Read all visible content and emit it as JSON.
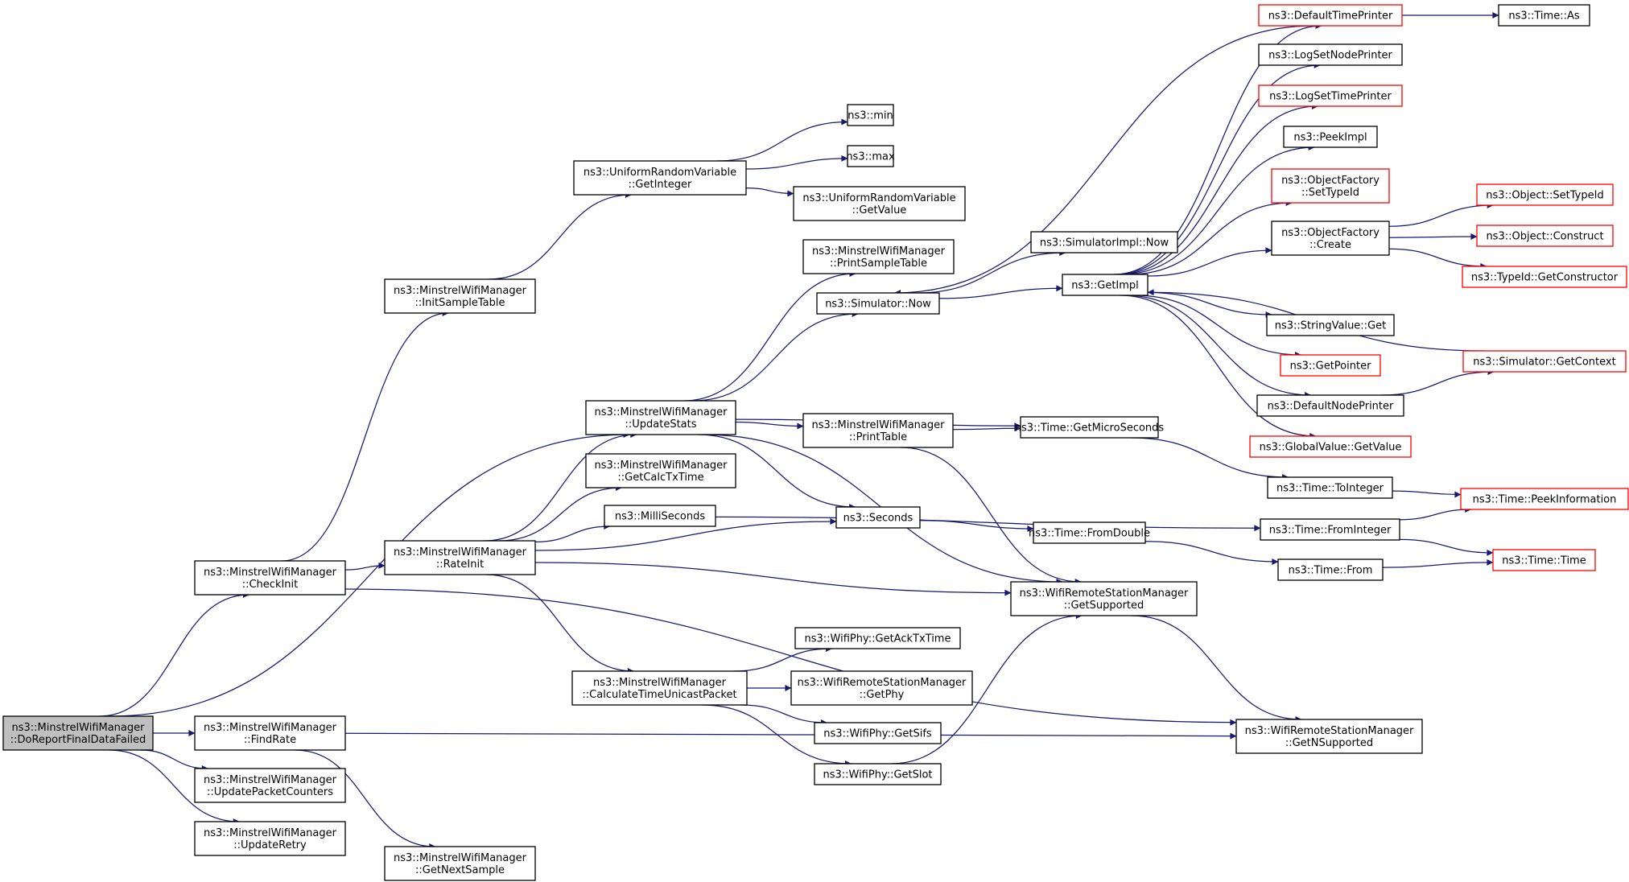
{
  "graph": {
    "nodes": [
      {
        "id": "do_report",
        "lines": [
          "ns3::MinstrelWifiManager",
          "::DoReportFinalDataFailed"
        ],
        "current": true
      },
      {
        "id": "check_init",
        "lines": [
          "ns3::MinstrelWifiManager",
          "::CheckInit"
        ]
      },
      {
        "id": "find_rate",
        "lines": [
          "ns3::MinstrelWifiManager",
          "::FindRate"
        ]
      },
      {
        "id": "update_packet_counters",
        "lines": [
          "ns3::MinstrelWifiManager",
          "::UpdatePacketCounters"
        ]
      },
      {
        "id": "update_retry",
        "lines": [
          "ns3::MinstrelWifiManager",
          "::UpdateRetry"
        ]
      },
      {
        "id": "init_sample_table",
        "lines": [
          "ns3::MinstrelWifiManager",
          "::InitSampleTable"
        ]
      },
      {
        "id": "rate_init",
        "lines": [
          "ns3::MinstrelWifiManager",
          "::RateInit"
        ]
      },
      {
        "id": "get_next_sample",
        "lines": [
          "ns3::MinstrelWifiManager",
          "::GetNextSample"
        ]
      },
      {
        "id": "urv_get_integer",
        "lines": [
          "ns3::UniformRandomVariable",
          "::GetInteger"
        ]
      },
      {
        "id": "update_stats",
        "lines": [
          "ns3::MinstrelWifiManager",
          "::UpdateStats"
        ]
      },
      {
        "id": "get_calc_tx_time",
        "lines": [
          "ns3::MinstrelWifiManager",
          "::GetCalcTxTime"
        ]
      },
      {
        "id": "milliseconds",
        "lines": [
          "ns3::MilliSeconds"
        ]
      },
      {
        "id": "calc_time_unicast",
        "lines": [
          "ns3::MinstrelWifiManager",
          "::CalculateTimeUnicastPacket"
        ]
      },
      {
        "id": "min",
        "lines": [
          "ns3::min"
        ]
      },
      {
        "id": "max",
        "lines": [
          "ns3::max"
        ]
      },
      {
        "id": "urv_get_value",
        "lines": [
          "ns3::UniformRandomVariable",
          "::GetValue"
        ]
      },
      {
        "id": "print_sample_table",
        "lines": [
          "ns3::MinstrelWifiManager",
          "::PrintSampleTable"
        ]
      },
      {
        "id": "sim_now",
        "lines": [
          "ns3::Simulator::Now"
        ]
      },
      {
        "id": "print_table",
        "lines": [
          "ns3::MinstrelWifiManager",
          "::PrintTable"
        ]
      },
      {
        "id": "seconds",
        "lines": [
          "ns3::Seconds"
        ]
      },
      {
        "id": "get_ack_tx_time",
        "lines": [
          "ns3::WifiPhy::GetAckTxTime"
        ]
      },
      {
        "id": "rsm_get_phy",
        "lines": [
          "ns3::WifiRemoteStationManager",
          "::GetPhy"
        ]
      },
      {
        "id": "get_sifs",
        "lines": [
          "ns3::WifiPhy::GetSifs"
        ]
      },
      {
        "id": "get_slot",
        "lines": [
          "ns3::WifiPhy::GetSlot"
        ]
      },
      {
        "id": "simimpl_now",
        "lines": [
          "ns3::SimulatorImpl::Now"
        ]
      },
      {
        "id": "get_impl",
        "lines": [
          "ns3::GetImpl"
        ]
      },
      {
        "id": "time_get_micro",
        "lines": [
          "ns3::Time::GetMicroSeconds"
        ]
      },
      {
        "id": "time_from_double",
        "lines": [
          "ns3::Time::FromDouble"
        ]
      },
      {
        "id": "rsm_get_supported",
        "lines": [
          "ns3::WifiRemoteStationManager",
          "::GetSupported"
        ]
      },
      {
        "id": "rsm_get_nsupported",
        "lines": [
          "ns3::WifiRemoteStationManager",
          "::GetNSupported"
        ]
      },
      {
        "id": "default_time_printer",
        "lines": [
          "ns3::DefaultTimePrinter"
        ],
        "truncated": true
      },
      {
        "id": "log_set_node_printer",
        "lines": [
          "ns3::LogSetNodePrinter"
        ]
      },
      {
        "id": "log_set_time_printer",
        "lines": [
          "ns3::LogSetTimePrinter"
        ],
        "truncated": true
      },
      {
        "id": "peek_impl",
        "lines": [
          "ns3::PeekImpl"
        ]
      },
      {
        "id": "of_set_type_id",
        "lines": [
          "ns3::ObjectFactory",
          "::SetTypeId"
        ],
        "truncated": true
      },
      {
        "id": "of_create",
        "lines": [
          "ns3::ObjectFactory",
          "::Create"
        ]
      },
      {
        "id": "string_value_get",
        "lines": [
          "ns3::StringValue::Get"
        ]
      },
      {
        "id": "get_pointer",
        "lines": [
          "ns3::GetPointer"
        ],
        "truncated": true
      },
      {
        "id": "default_node_printer",
        "lines": [
          "ns3::DefaultNodePrinter"
        ]
      },
      {
        "id": "global_value_get_value",
        "lines": [
          "ns3::GlobalValue::GetValue"
        ],
        "truncated": true
      },
      {
        "id": "time_to_integer",
        "lines": [
          "ns3::Time::ToInteger"
        ]
      },
      {
        "id": "time_from_integer",
        "lines": [
          "ns3::Time::FromInteger"
        ]
      },
      {
        "id": "time_from",
        "lines": [
          "ns3::Time::From"
        ]
      },
      {
        "id": "time_as",
        "lines": [
          "ns3::Time::As"
        ]
      },
      {
        "id": "object_set_type_id",
        "lines": [
          "ns3::Object::SetTypeId"
        ],
        "truncated": true
      },
      {
        "id": "object_construct",
        "lines": [
          "ns3::Object::Construct"
        ],
        "truncated": true
      },
      {
        "id": "typeid_get_constructor",
        "lines": [
          "ns3::TypeId::GetConstructor"
        ],
        "truncated": true
      },
      {
        "id": "sim_get_context",
        "lines": [
          "ns3::Simulator::GetContext"
        ],
        "truncated": true
      },
      {
        "id": "time_peek_information",
        "lines": [
          "ns3::Time::PeekInformation"
        ],
        "truncated": true
      },
      {
        "id": "time_time",
        "lines": [
          "ns3::Time::Time"
        ],
        "truncated": true
      }
    ],
    "edges": [
      [
        "do_report",
        "update_stats"
      ],
      [
        "do_report",
        "check_init"
      ],
      [
        "do_report",
        "find_rate"
      ],
      [
        "do_report",
        "update_packet_counters"
      ],
      [
        "do_report",
        "update_retry"
      ],
      [
        "check_init",
        "init_sample_table"
      ],
      [
        "check_init",
        "rate_init"
      ],
      [
        "check_init",
        "rsm_get_nsupported"
      ],
      [
        "find_rate",
        "get_next_sample"
      ],
      [
        "find_rate",
        "rsm_get_nsupported"
      ],
      [
        "init_sample_table",
        "urv_get_integer"
      ],
      [
        "urv_get_integer",
        "min"
      ],
      [
        "urv_get_integer",
        "max"
      ],
      [
        "urv_get_integer",
        "urv_get_value"
      ],
      [
        "rate_init",
        "update_stats"
      ],
      [
        "rate_init",
        "get_calc_tx_time"
      ],
      [
        "rate_init",
        "milliseconds"
      ],
      [
        "rate_init",
        "seconds"
      ],
      [
        "rate_init",
        "rsm_get_supported"
      ],
      [
        "rate_init",
        "calc_time_unicast"
      ],
      [
        "update_stats",
        "print_sample_table"
      ],
      [
        "update_stats",
        "sim_now"
      ],
      [
        "update_stats",
        "time_get_micro"
      ],
      [
        "update_stats",
        "print_table"
      ],
      [
        "update_stats",
        "seconds"
      ],
      [
        "update_stats",
        "rsm_get_supported"
      ],
      [
        "print_table",
        "time_get_micro"
      ],
      [
        "print_table",
        "rsm_get_supported"
      ],
      [
        "milliseconds",
        "time_from_integer"
      ],
      [
        "seconds",
        "time_from_double"
      ],
      [
        "calc_time_unicast",
        "get_ack_tx_time"
      ],
      [
        "calc_time_unicast",
        "rsm_get_phy"
      ],
      [
        "calc_time_unicast",
        "get_sifs"
      ],
      [
        "calc_time_unicast",
        "get_slot"
      ],
      [
        "get_slot",
        "rsm_get_supported"
      ],
      [
        "sim_now",
        "simimpl_now"
      ],
      [
        "sim_now",
        "get_impl"
      ],
      [
        "get_impl",
        "default_time_printer"
      ],
      [
        "get_impl",
        "log_set_node_printer"
      ],
      [
        "get_impl",
        "log_set_time_printer"
      ],
      [
        "get_impl",
        "peek_impl"
      ],
      [
        "get_impl",
        "of_set_type_id"
      ],
      [
        "get_impl",
        "of_create"
      ],
      [
        "get_impl",
        "string_value_get"
      ],
      [
        "get_impl",
        "get_pointer"
      ],
      [
        "get_impl",
        "default_node_printer"
      ],
      [
        "get_impl",
        "global_value_get_value"
      ],
      [
        "default_time_printer",
        "sim_now"
      ],
      [
        "default_time_printer",
        "time_as"
      ],
      [
        "of_create",
        "object_set_type_id"
      ],
      [
        "of_create",
        "object_construct"
      ],
      [
        "of_create",
        "typeid_get_constructor"
      ],
      [
        "default_node_printer",
        "sim_get_context"
      ],
      [
        "sim_get_context",
        "get_impl"
      ],
      [
        "time_get_micro",
        "time_to_integer"
      ],
      [
        "time_to_integer",
        "time_peek_information"
      ],
      [
        "time_from_double",
        "time_from"
      ],
      [
        "time_from",
        "time_time"
      ],
      [
        "time_from_integer",
        "time_peek_information"
      ],
      [
        "time_from_integer",
        "time_time"
      ],
      [
        "rsm_get_supported",
        "rsm_get_nsupported"
      ]
    ]
  }
}
